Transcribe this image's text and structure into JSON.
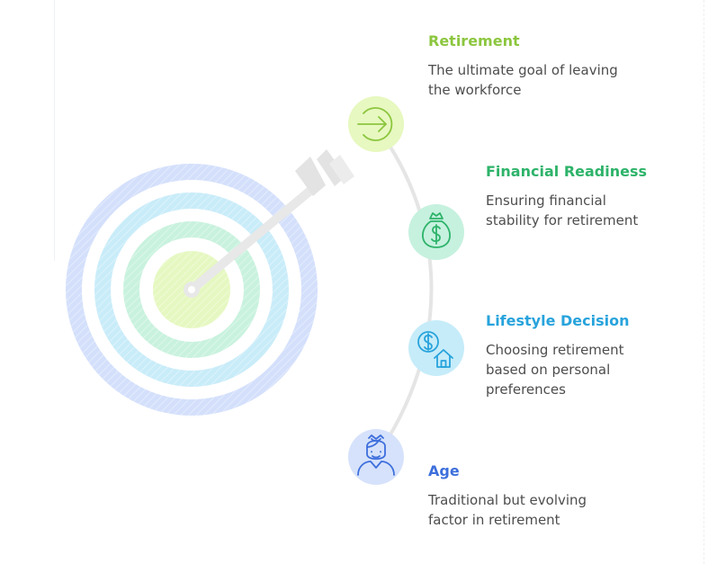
{
  "colors": {
    "retirement": "#8cc63f",
    "financial": "#2eb36a",
    "lifestyle": "#27a3dc",
    "age": "#3d6fdc"
  },
  "items": [
    {
      "title": "Retirement",
      "description": "The ultimate goal of leaving the workforce",
      "icon": "arrow-right-circle-icon"
    },
    {
      "title": "Financial Readiness",
      "description": "Ensuring financial stability for retirement",
      "icon": "money-bag-icon"
    },
    {
      "title": "Lifestyle Decision",
      "description": "Choosing retirement based on personal preferences",
      "icon": "dollar-house-icon"
    },
    {
      "title": "Age",
      "description": "Traditional but evolving factor in retirement",
      "icon": "person-icon"
    }
  ]
}
